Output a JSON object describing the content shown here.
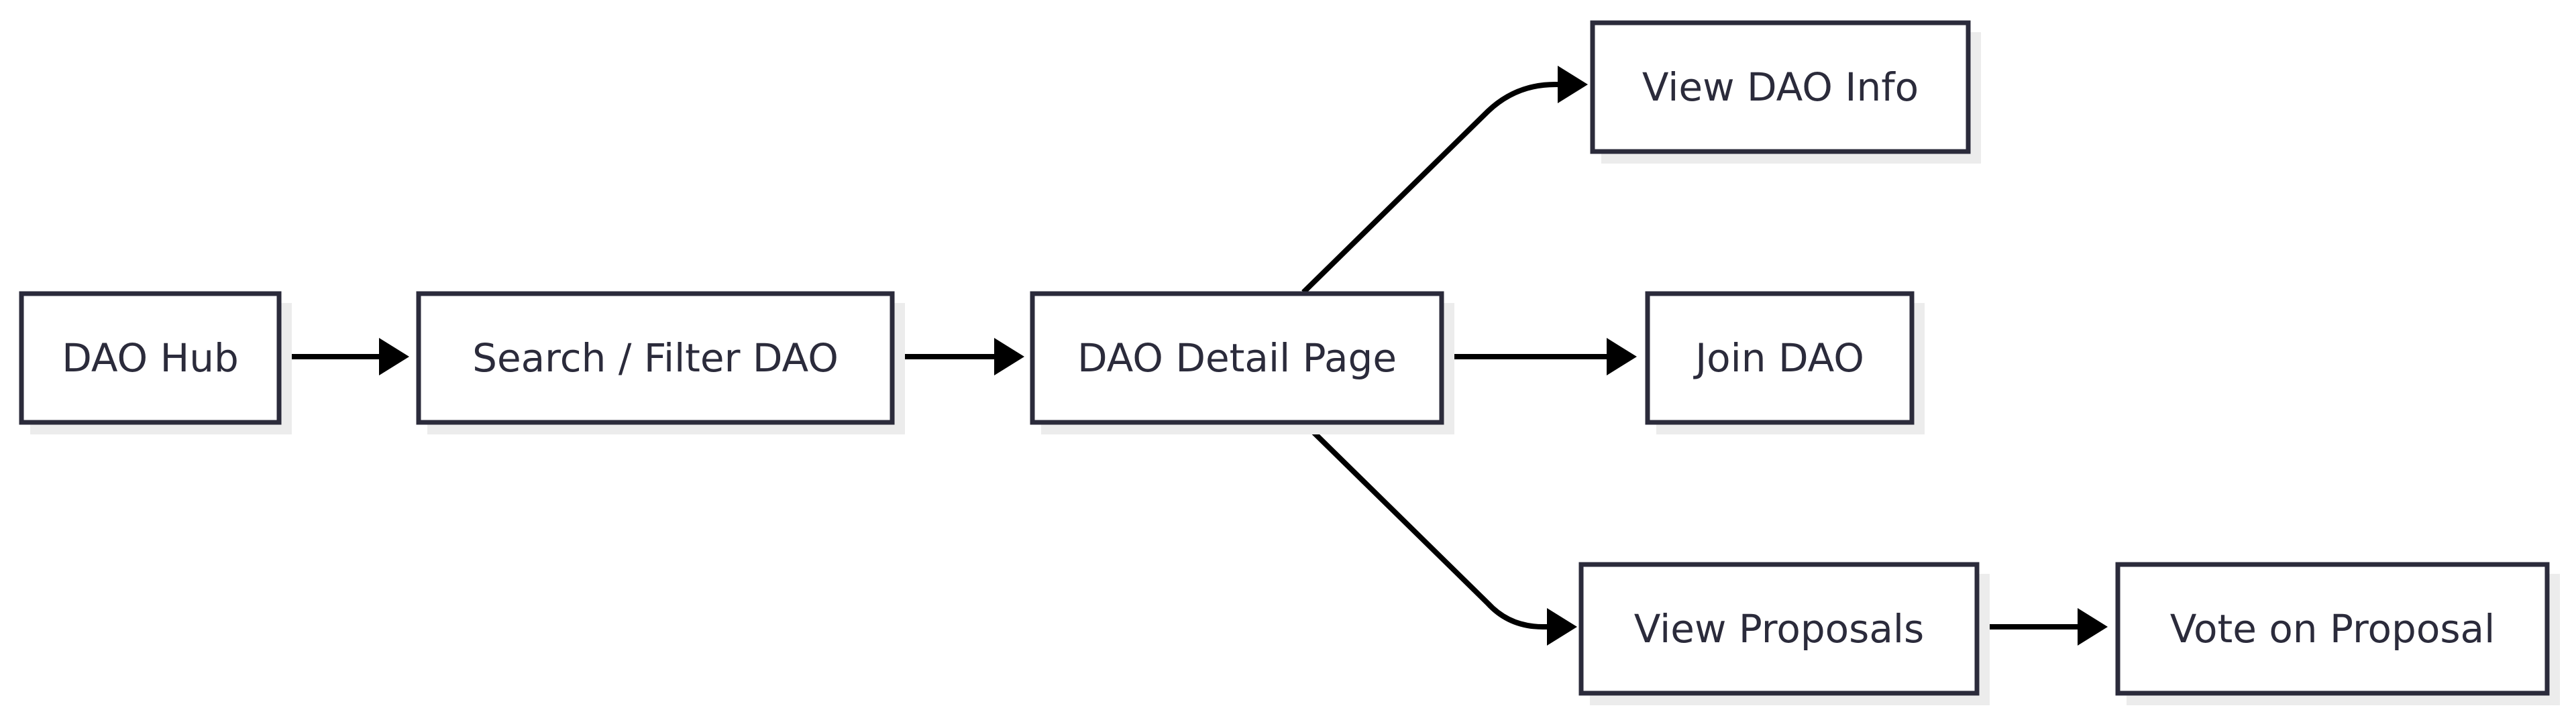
{
  "nodes": [
    {
      "id": "dao-hub",
      "label": "DAO Hub"
    },
    {
      "id": "search-filter-dao",
      "label": "Search / Filter DAO"
    },
    {
      "id": "dao-detail-page",
      "label": "DAO Detail Page"
    },
    {
      "id": "view-dao-info",
      "label": "View DAO Info"
    },
    {
      "id": "join-dao",
      "label": "Join DAO"
    },
    {
      "id": "view-proposals",
      "label": "View Proposals"
    },
    {
      "id": "vote-on-proposal",
      "label": "Vote on Proposal"
    }
  ],
  "edges": [
    {
      "from": "dao-hub",
      "to": "search-filter-dao"
    },
    {
      "from": "search-filter-dao",
      "to": "dao-detail-page"
    },
    {
      "from": "dao-detail-page",
      "to": "view-dao-info"
    },
    {
      "from": "dao-detail-page",
      "to": "join-dao"
    },
    {
      "from": "dao-detail-page",
      "to": "view-proposals"
    },
    {
      "from": "view-proposals",
      "to": "vote-on-proposal"
    }
  ],
  "colors": {
    "node_border": "#2b2b3b",
    "node_fill": "#ffffff",
    "node_text": "#2b2b3b",
    "edge": "#000000",
    "shadow": "#ececec"
  }
}
